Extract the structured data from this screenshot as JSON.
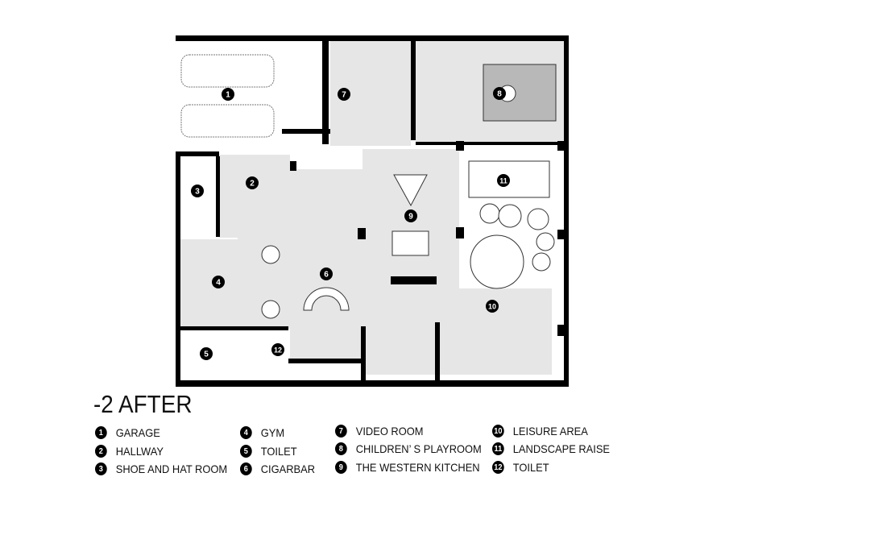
{
  "title": "-2 AFTER",
  "rooms": [
    {
      "num": "1",
      "name": "GARAGE"
    },
    {
      "num": "2",
      "name": "HALLWAY"
    },
    {
      "num": "3",
      "name": "SHOE AND HAT ROOM"
    },
    {
      "num": "4",
      "name": "GYM"
    },
    {
      "num": "5",
      "name": "TOILET"
    },
    {
      "num": "6",
      "name": "CIGARBAR"
    },
    {
      "num": "7",
      "name": "VIDEO ROOM"
    },
    {
      "num": "8",
      "name": "CHILDREN’ S PLAYROOM"
    },
    {
      "num": "9",
      "name": "THE WESTERN KITCHEN"
    },
    {
      "num": "10",
      "name": "LEISURE AREA"
    },
    {
      "num": "11",
      "name": "LANDSCAPE RAISE"
    },
    {
      "num": "12",
      "name": "TOILET"
    }
  ],
  "colors": {
    "wall": "#000000",
    "floor": "#e6e6e6",
    "rug": "#b8b8b8"
  }
}
